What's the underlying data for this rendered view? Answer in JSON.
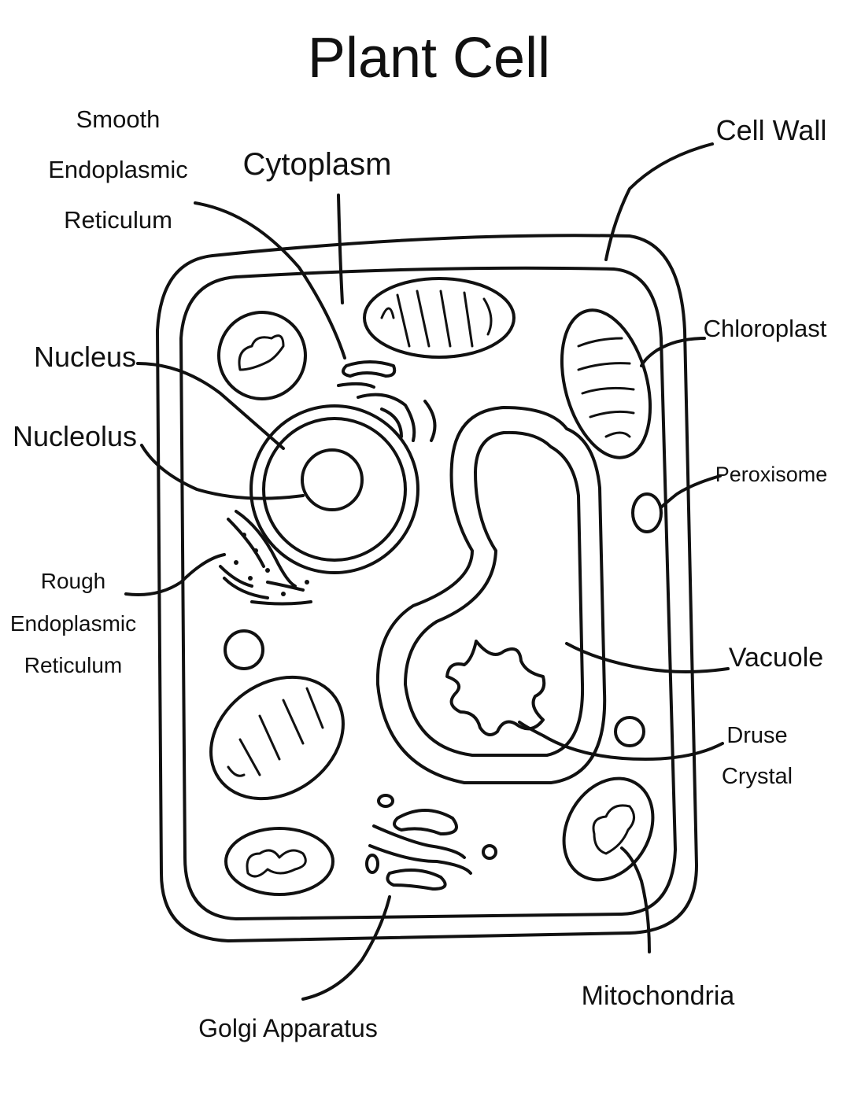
{
  "title": "Plant Cell",
  "labels": {
    "smooth_er": [
      "Smooth",
      "Endoplasmic",
      "Reticulum"
    ],
    "cytoplasm": "Cytoplasm",
    "cell_wall": "Cell Wall",
    "chloroplast": "Chloroplast",
    "nucleus": "Nucleus",
    "nucleolus": "Nucleolus",
    "peroxisome": "Peroxisome",
    "rough_er": [
      "Rough",
      "Endoplasmic",
      "Reticulum"
    ],
    "vacuole": "Vacuole",
    "druse_crystal": [
      "Druse",
      "Crystal"
    ],
    "mitochondria": "Mitochondria",
    "golgi": "Golgi Apparatus"
  }
}
